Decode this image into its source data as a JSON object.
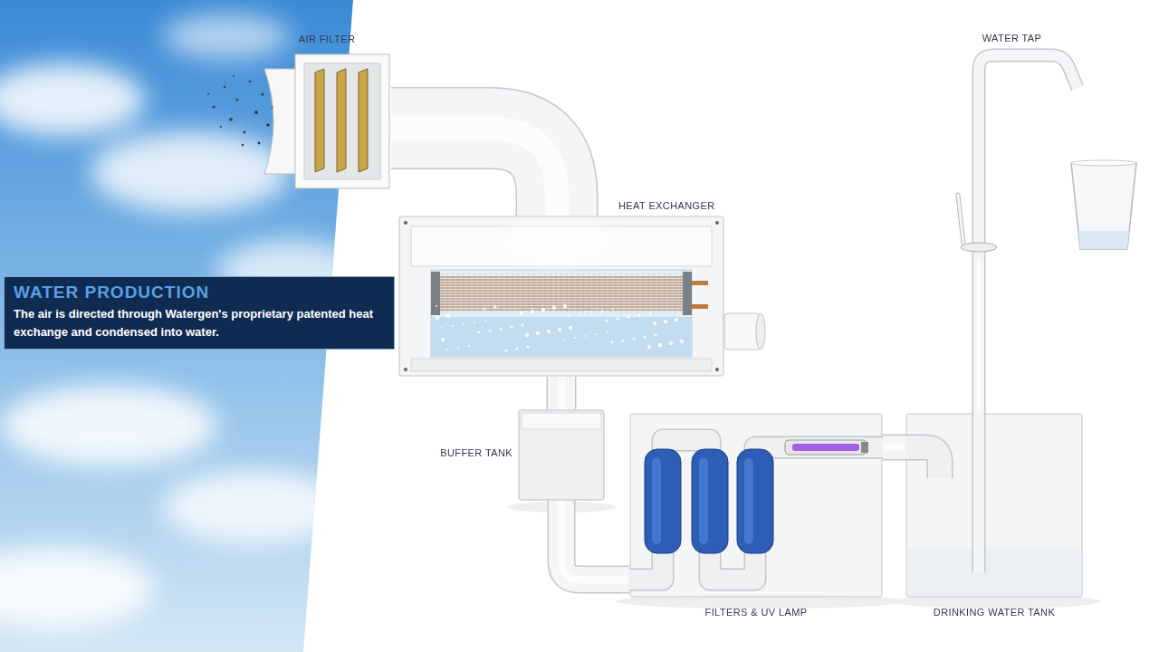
{
  "diagram": {
    "nodes": [
      {
        "text": [
          "AIR FILTER"
        ]
      },
      {
        "text": [
          "HEAT EXCHANGER"
        ]
      },
      {
        "text": [
          "WATER PRODUCTION",
          "The air is directed through Watergen's proprietary patented heat exchange and condensed into water."
        ]
      },
      {
        "text": [
          "BUFFER TANK"
        ]
      },
      {
        "text": [
          "FILTERS & UV LAMP"
        ]
      },
      {
        "text": [
          "DRINKING WATER TANK"
        ]
      },
      {
        "text": [
          "WATER TAP"
        ]
      }
    ],
    "edges": [
      {
        "from": 0,
        "to": 1,
        "arrow": "none"
      },
      {
        "from": 1,
        "to": 3,
        "arrow": "none"
      },
      {
        "from": 3,
        "to": 4,
        "arrow": "none"
      },
      {
        "from": 4,
        "to": 5,
        "arrow": "none"
      },
      {
        "from": 5,
        "to": 6,
        "arrow": "none"
      }
    ]
  }
}
